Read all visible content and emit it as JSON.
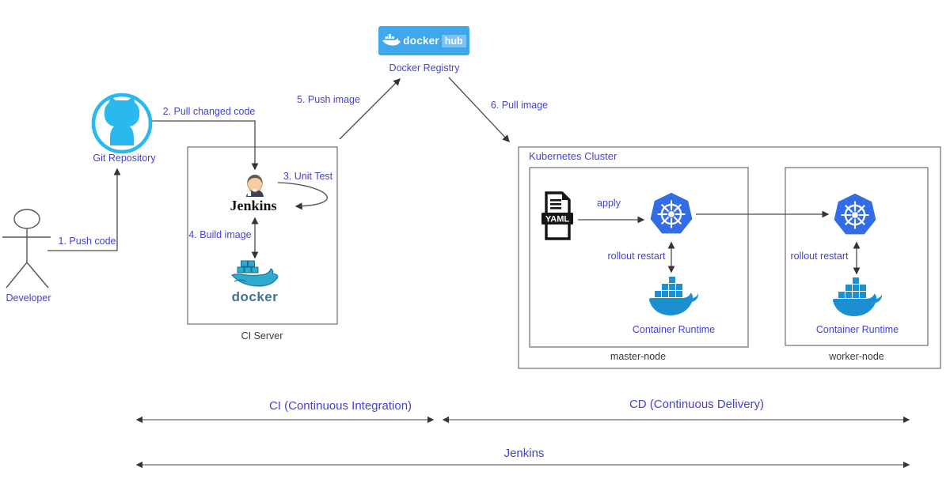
{
  "colors": {
    "step_label": "#4343cd",
    "node_label": "#3a3a3a",
    "git_cyan": "#29b9ef",
    "kubernetes_blue": "#326de6",
    "docker_teal": "#2fa9cd",
    "runtime_blue": "#1b8fd0",
    "dockerhub_bg": "#3fa7eb"
  },
  "nodes": {
    "developer": "Developer",
    "git_repository": "Git Repository",
    "registry_logo": {
      "docker": "docker",
      "hub": "hub"
    },
    "docker_registry": "Docker Registry",
    "ci_server": "CI Server",
    "jenkins": "Jenkins",
    "docker_wordmark": "docker",
    "kubernetes_cluster": "Kubernetes Cluster",
    "yaml": "YAML",
    "apply": "apply",
    "rollout_restart": "rollout restart",
    "container_runtime": "Container Runtime",
    "master_node": "master-node",
    "worker_node": "worker-node"
  },
  "steps": {
    "push_code": "1. Push code",
    "pull_changed_code": "2. Pull changed code",
    "unit_test": "3. Unit Test",
    "build_image": "4. Build image",
    "push_image": "5. Push image",
    "pull_image": "6. Pull image"
  },
  "footer": {
    "ci": "CI (Continuous Integration)",
    "cd": "CD (Continuous Delivery)",
    "jenkins": "Jenkins"
  }
}
